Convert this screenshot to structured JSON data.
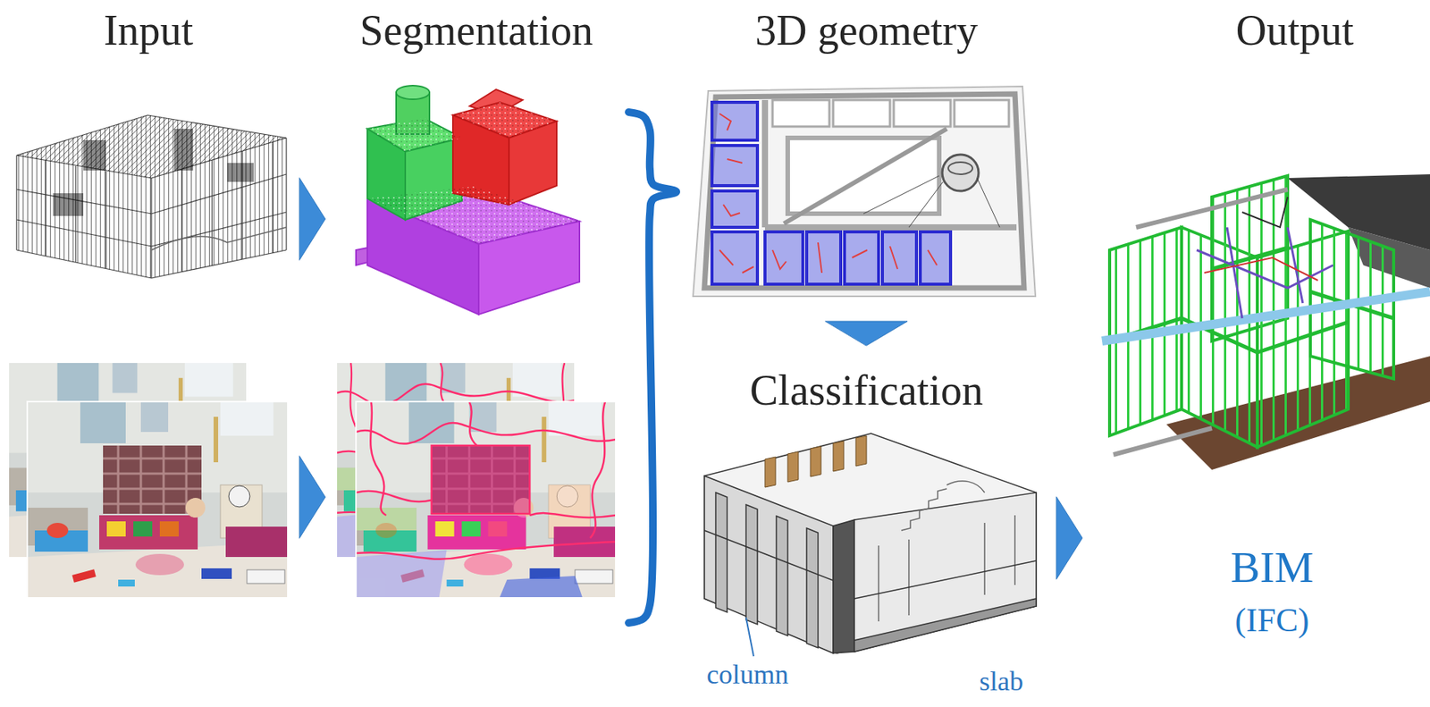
{
  "diagram": {
    "nodes": [
      {
        "text": [
          "Input"
        ]
      },
      {
        "text": [
          "Segmentation"
        ]
      },
      {
        "text": [
          "3D geometry"
        ]
      },
      {
        "text": [
          "Classification"
        ]
      },
      {
        "text": [
          "Output",
          "BIM",
          "(IFC)"
        ]
      }
    ],
    "edges": [
      {
        "from": 0,
        "to": 1,
        "arrow": "to"
      },
      {
        "from": 1,
        "to": 2,
        "arrow": "none"
      },
      {
        "from": 2,
        "to": 3,
        "arrow": "to"
      },
      {
        "from": 3,
        "to": 4,
        "arrow": "to"
      }
    ],
    "labels": [
      "column",
      "slab"
    ]
  }
}
